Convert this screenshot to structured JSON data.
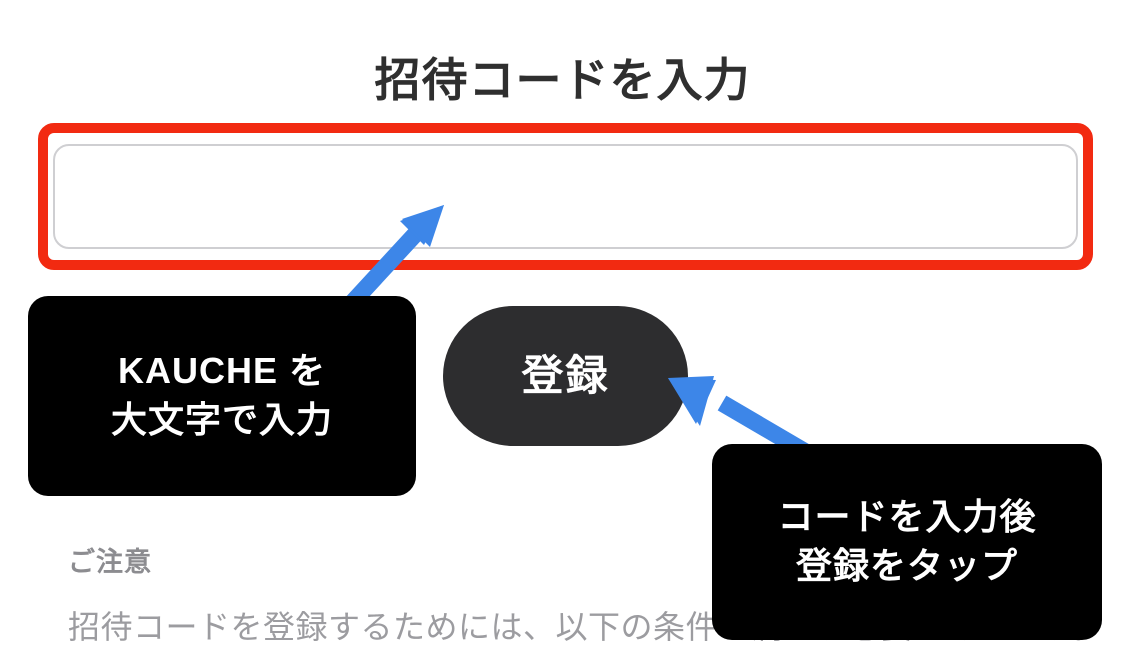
{
  "page": {
    "title": "招待コードを入力"
  },
  "code_input": {
    "value": "",
    "placeholder": ""
  },
  "register_button": {
    "label": "登録"
  },
  "notice": {
    "heading": "ご注意",
    "body": "招待コードを登録するためには、以下の条件を満たす必要があります。"
  },
  "callouts": {
    "input_hint": {
      "line1": "KAUCHE を",
      "line2": "大文字で入力"
    },
    "button_hint": {
      "line1": "コードを入力後",
      "line2": "登録をタップ"
    }
  },
  "colors": {
    "highlight_red": "#f22a11",
    "arrow_blue": "#3d86e8",
    "callout_black": "#000000",
    "button_dark": "#2d2d2f",
    "notice_gray": "#9c9ca0"
  }
}
